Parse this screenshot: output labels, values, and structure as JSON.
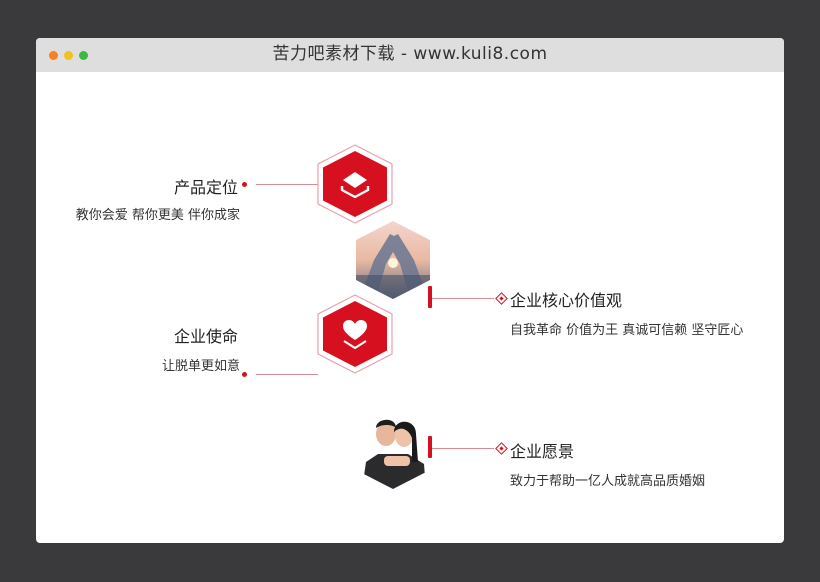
{
  "window": {
    "title": "苦力吧素材下载 - www.kuli8.com",
    "controls": [
      {
        "name": "close",
        "color": "#f5821f"
      },
      {
        "name": "minimize",
        "color": "#f1c21b"
      },
      {
        "name": "maximize",
        "color": "#3cb93e"
      }
    ]
  },
  "theme": {
    "accent": "#d7101f",
    "line": "#d98b93",
    "background": "#3a3a3c"
  },
  "items": [
    {
      "title": "产品定位",
      "subtitle": "教你会爱  帮你更美  伴你成家",
      "icon": "layers-icon",
      "side": "left"
    },
    {
      "title": "企业核心价值观",
      "subtitle": "自我革命  价值为王  真诚可信赖  坚守匠心",
      "icon": "heart-hands-photo",
      "side": "right"
    },
    {
      "title": "企业使命",
      "subtitle": "让脱单更如意",
      "icon": "heart-icon",
      "side": "left"
    },
    {
      "title": "企业愿景",
      "subtitle": "致力于帮助一亿人成就高品质婚姻",
      "icon": "couple-photo",
      "side": "right"
    }
  ]
}
